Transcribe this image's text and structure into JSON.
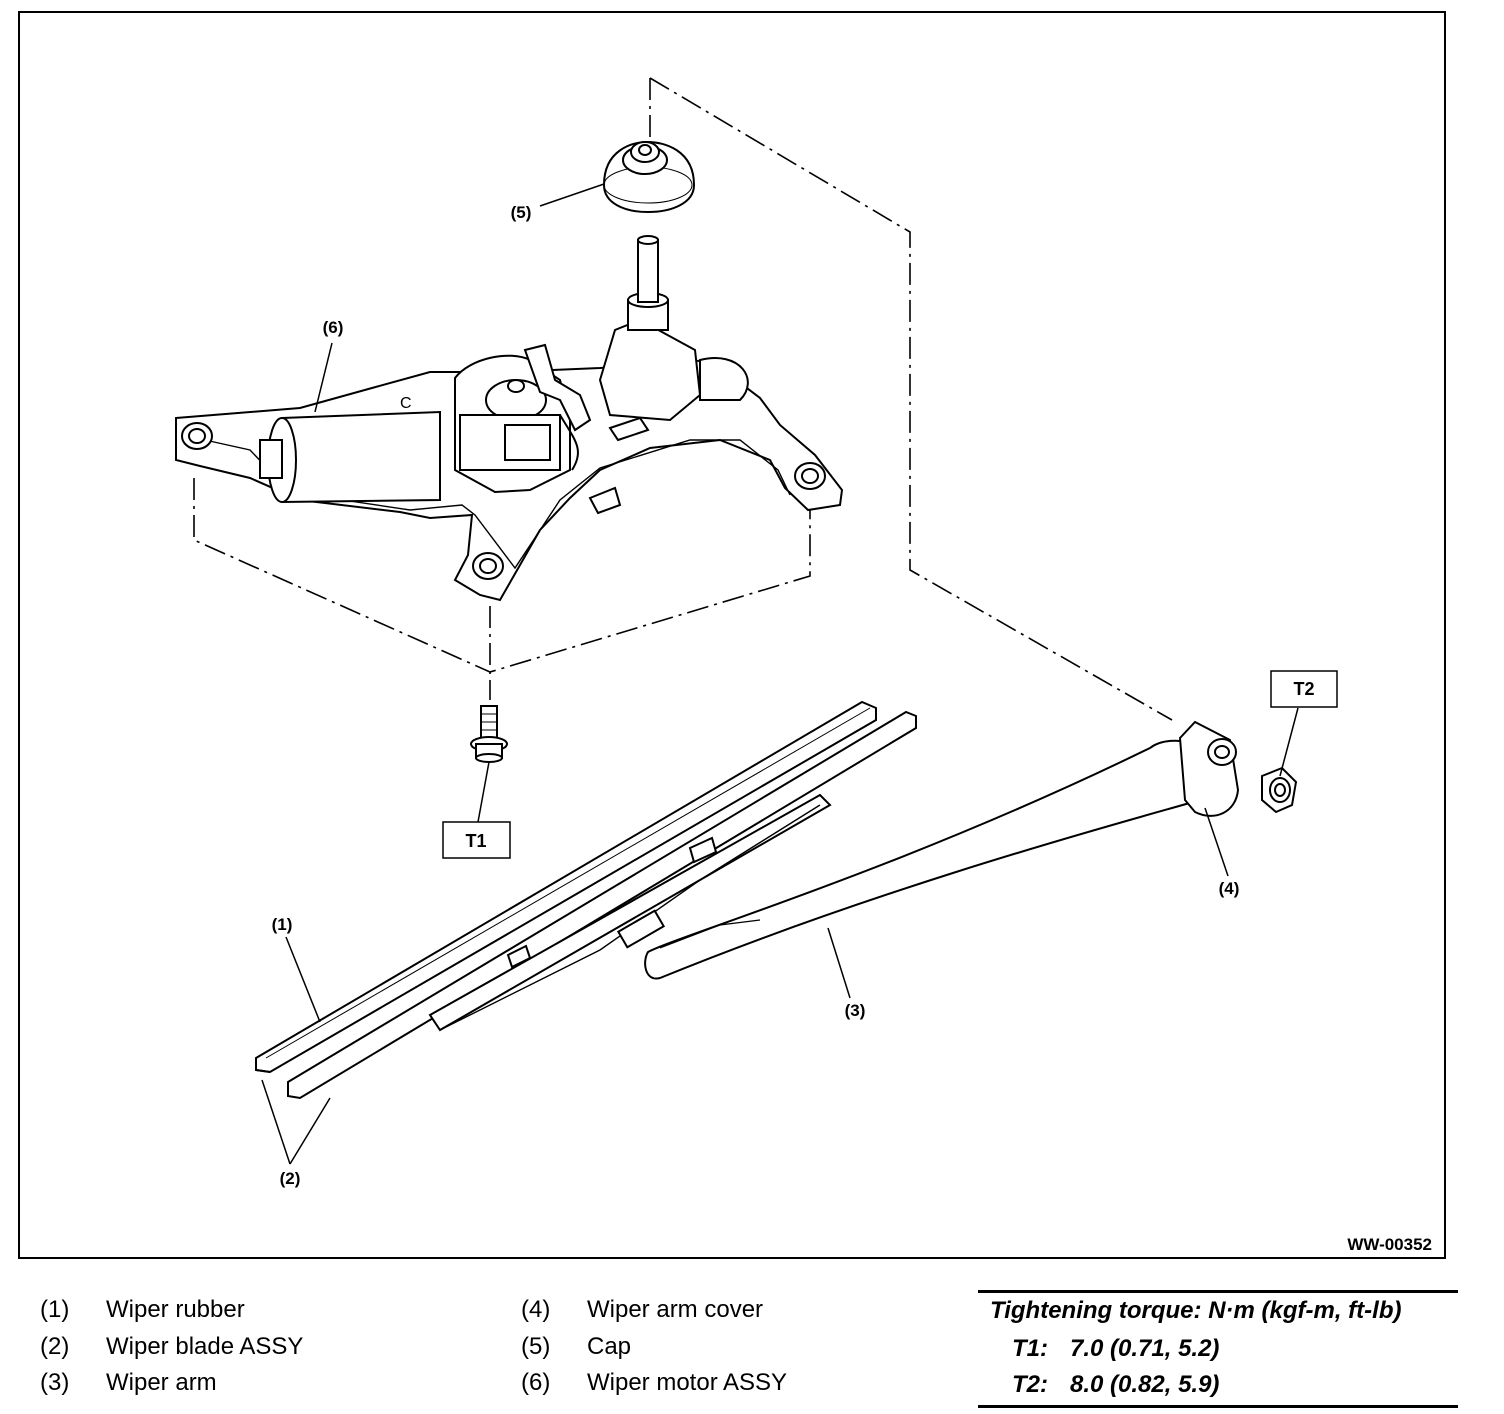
{
  "figure": {
    "figure_id": "WW-00352",
    "callouts": {
      "c1": "(1)",
      "c2": "(2)",
      "c3": "(3)",
      "c4": "(4)",
      "c5": "(5)",
      "c6": "(6)"
    },
    "torque_labels": {
      "t1": "T1",
      "t2": "T2"
    }
  },
  "legend": [
    {
      "num": "(1)",
      "label": "Wiper rubber"
    },
    {
      "num": "(2)",
      "label": "Wiper blade ASSY"
    },
    {
      "num": "(3)",
      "label": "Wiper arm"
    },
    {
      "num": "(4)",
      "label": "Wiper arm cover"
    },
    {
      "num": "(5)",
      "label": "Cap"
    },
    {
      "num": "(6)",
      "label": "Wiper motor ASSY"
    }
  ],
  "torque": {
    "title": "Tightening torque: N·m (kgf-m, ft-lb)",
    "rows": [
      {
        "key": "T1:",
        "value": "7.0 (0.71, 5.2)"
      },
      {
        "key": "T2:",
        "value": "8.0 (0.82, 5.9)"
      }
    ]
  }
}
